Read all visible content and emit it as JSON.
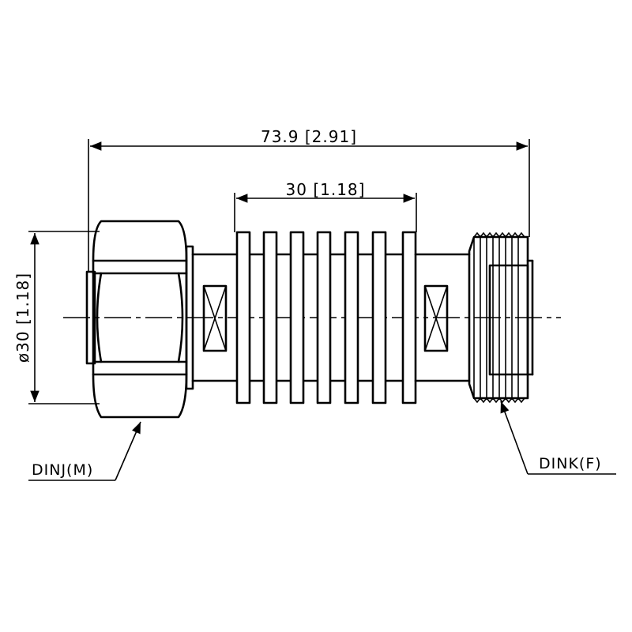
{
  "dimensions": {
    "overall_length": "73.9 [2.91]",
    "fin_section_length": "30 [1.18]",
    "diameter": "ø30 [1.18]"
  },
  "labels": {
    "male_connector": "DINJ(M)",
    "female_connector": "DINK(F)"
  },
  "colors": {
    "line": "#000000",
    "background": "#ffffff"
  }
}
